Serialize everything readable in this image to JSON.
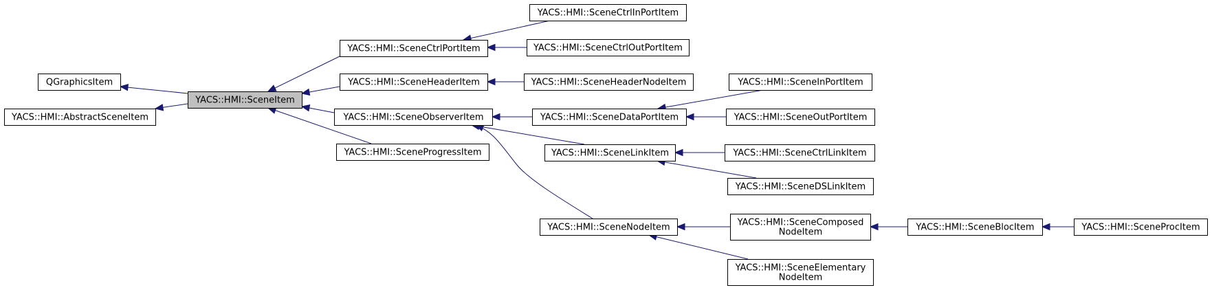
{
  "colors": {
    "edge": "#191970",
    "node_border": "#000000",
    "node_fill": "#ffffff",
    "highlight_fill": "#bfbfbf"
  },
  "nodes": [
    {
      "id": "qgraphicsitem",
      "lines": [
        "QGraphicsItem"
      ]
    },
    {
      "id": "abstractsceneitem",
      "lines": [
        "YACS::HMI::AbstractSceneItem"
      ]
    },
    {
      "id": "sceneitem",
      "lines": [
        "YACS::HMI::SceneItem"
      ],
      "highlight": true
    },
    {
      "id": "scenectrlportitem",
      "lines": [
        "YACS::HMI::SceneCtrlPortItem"
      ]
    },
    {
      "id": "sceneheaderitem",
      "lines": [
        "YACS::HMI::SceneHeaderItem"
      ]
    },
    {
      "id": "sceneobserveritem",
      "lines": [
        "YACS::HMI::SceneObserverItem"
      ]
    },
    {
      "id": "sceneprogressitem",
      "lines": [
        "YACS::HMI::SceneProgressItem"
      ]
    },
    {
      "id": "scenectrlinportitem",
      "lines": [
        "YACS::HMI::SceneCtrlInPortItem"
      ]
    },
    {
      "id": "scenectrloutportitem",
      "lines": [
        "YACS::HMI::SceneCtrlOutPortItem"
      ]
    },
    {
      "id": "sceneheadernodeitem",
      "lines": [
        "YACS::HMI::SceneHeaderNodeItem"
      ]
    },
    {
      "id": "scenedataportitem",
      "lines": [
        "YACS::HMI::SceneDataPortItem"
      ]
    },
    {
      "id": "scenelinkitem",
      "lines": [
        "YACS::HMI::SceneLinkItem"
      ]
    },
    {
      "id": "scenenodeitem",
      "lines": [
        "YACS::HMI::SceneNodeItem"
      ]
    },
    {
      "id": "sceneinportitem",
      "lines": [
        "YACS::HMI::SceneInPortItem"
      ]
    },
    {
      "id": "sceneoutportitem",
      "lines": [
        "YACS::HMI::SceneOutPortItem"
      ]
    },
    {
      "id": "scenectrllinkitem",
      "lines": [
        "YACS::HMI::SceneCtrlLinkItem"
      ]
    },
    {
      "id": "scenedslinkitem",
      "lines": [
        "YACS::HMI::SceneDSLinkItem"
      ]
    },
    {
      "id": "scenecomposednodeitem",
      "lines": [
        "YACS::HMI::SceneComposed",
        "NodeItem"
      ]
    },
    {
      "id": "sceneelementarynodeitem",
      "lines": [
        "YACS::HMI::SceneElementary",
        "NodeItem"
      ]
    },
    {
      "id": "sceneblocitem",
      "lines": [
        "YACS::HMI::SceneBlocItem"
      ]
    },
    {
      "id": "sceneprocitem",
      "lines": [
        "YACS::HMI::SceneProcItem"
      ]
    }
  ],
  "edges": [
    {
      "from": "sceneitem",
      "to": "qgraphicsitem"
    },
    {
      "from": "sceneitem",
      "to": "abstractsceneitem"
    },
    {
      "from": "scenectrlportitem",
      "to": "sceneitem"
    },
    {
      "from": "sceneheaderitem",
      "to": "sceneitem"
    },
    {
      "from": "sceneobserveritem",
      "to": "sceneitem"
    },
    {
      "from": "sceneprogressitem",
      "to": "sceneitem"
    },
    {
      "from": "scenectrlinportitem",
      "to": "scenectrlportitem"
    },
    {
      "from": "scenectrloutportitem",
      "to": "scenectrlportitem"
    },
    {
      "from": "sceneheadernodeitem",
      "to": "sceneheaderitem"
    },
    {
      "from": "scenedataportitem",
      "to": "sceneobserveritem"
    },
    {
      "from": "scenelinkitem",
      "to": "sceneobserveritem"
    },
    {
      "from": "scenenodeitem",
      "to": "sceneobserveritem"
    },
    {
      "from": "sceneinportitem",
      "to": "scenedataportitem"
    },
    {
      "from": "sceneoutportitem",
      "to": "scenedataportitem"
    },
    {
      "from": "scenectrllinkitem",
      "to": "scenelinkitem"
    },
    {
      "from": "scenedslinkitem",
      "to": "scenelinkitem"
    },
    {
      "from": "scenecomposednodeitem",
      "to": "scenenodeitem"
    },
    {
      "from": "sceneelementarynodeitem",
      "to": "scenenodeitem"
    },
    {
      "from": "sceneblocitem",
      "to": "scenecomposednodeitem"
    },
    {
      "from": "sceneprocitem",
      "to": "sceneblocitem"
    }
  ]
}
